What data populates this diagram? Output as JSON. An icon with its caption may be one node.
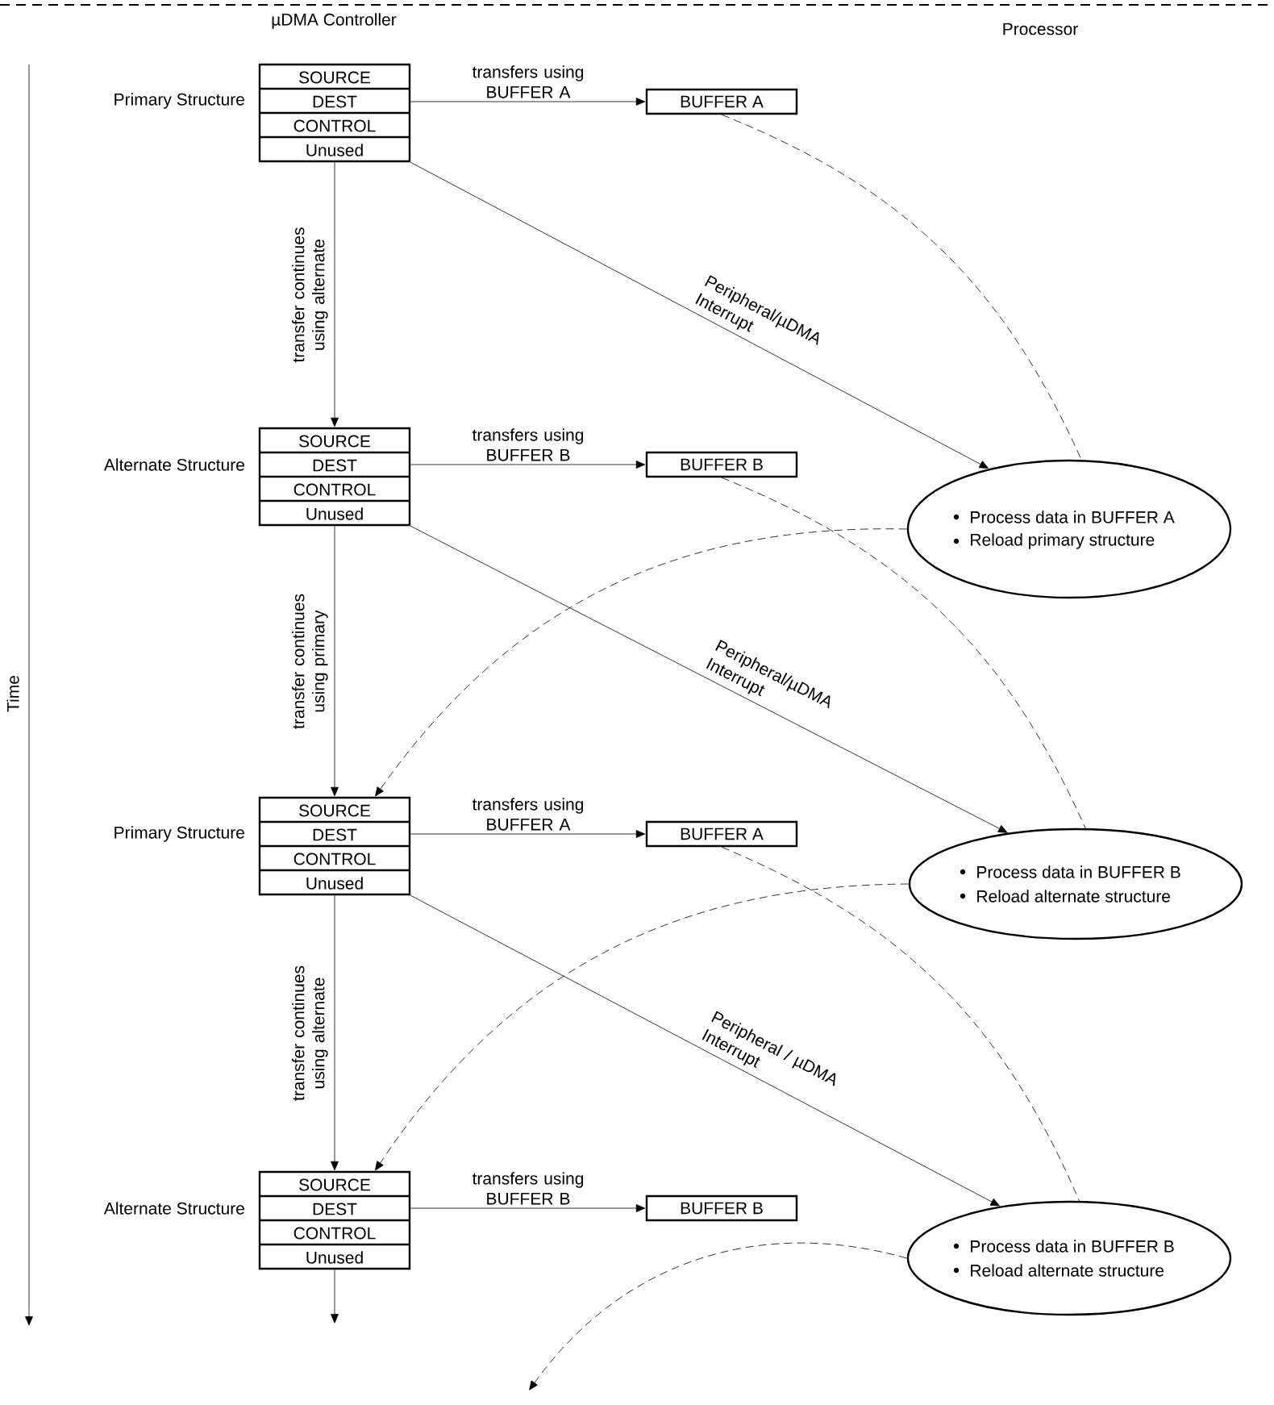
{
  "diagram": {
    "nodes": [
      {
        "text": [
          "SOURCE",
          "DEST",
          "CONTROL",
          "Unused"
        ],
        "beside": [
          "Primary Structure"
        ]
      },
      {
        "text": [
          "BUFFER A"
        ]
      },
      {
        "text": [
          "SOURCE",
          "DEST",
          "CONTROL",
          "Unused"
        ],
        "beside": [
          "Alternate Structure"
        ]
      },
      {
        "text": [
          "BUFFER B"
        ]
      },
      {
        "text": [
          "Process data in BUFFER A",
          "Reload primary structure"
        ]
      },
      {
        "text": [
          "SOURCE",
          "DEST",
          "CONTROL",
          "Unused"
        ],
        "beside": [
          "Primary Structure"
        ]
      },
      {
        "text": [
          "BUFFER A"
        ]
      },
      {
        "text": [
          "Process data in BUFFER B",
          "Reload alternate structure"
        ]
      },
      {
        "text": [
          "SOURCE",
          "DEST",
          "CONTROL",
          "Unused"
        ],
        "beside": [
          "Alternate Structure"
        ]
      },
      {
        "text": [
          "BUFFER B"
        ]
      },
      {
        "text": [
          "Process data in BUFFER B",
          "Reload alternate structure"
        ]
      }
    ],
    "edges": [
      {
        "from": 0,
        "to": 1,
        "arrow": "to",
        "label": "transfers using BUFFER A"
      },
      {
        "from": 0,
        "to": 2,
        "arrow": "to",
        "label": "transfer continues using alternate"
      },
      {
        "from": 0,
        "to": 4,
        "arrow": "to",
        "label": "Peripheral/µDMA Interrupt"
      },
      {
        "from": 1,
        "to": 4,
        "arrow": "none",
        "style": "dashed"
      },
      {
        "from": 2,
        "to": 3,
        "arrow": "to",
        "label": "transfers using BUFFER B"
      },
      {
        "from": 4,
        "to": 5,
        "arrow": "to",
        "style": "dashed"
      },
      {
        "from": 2,
        "to": 5,
        "arrow": "to",
        "label": "transfer continues using primary"
      },
      {
        "from": 2,
        "to": 7,
        "arrow": "to",
        "label": "Peripheral/µDMA Interrupt"
      },
      {
        "from": 3,
        "to": 7,
        "arrow": "none",
        "style": "dashed"
      },
      {
        "from": 5,
        "to": 6,
        "arrow": "to",
        "label": "transfers using BUFFER A"
      },
      {
        "from": 7,
        "to": 8,
        "arrow": "to",
        "style": "dashed"
      },
      {
        "from": 5,
        "to": 8,
        "arrow": "to",
        "label": "transfer continues using alternate"
      },
      {
        "from": 5,
        "to": 10,
        "arrow": "to",
        "label": "Peripheral / µDMA Interrupt"
      },
      {
        "from": 6,
        "to": 10,
        "arrow": "none",
        "style": "dashed"
      },
      {
        "from": 8,
        "to": 9,
        "arrow": "to",
        "label": "transfers using BUFFER B"
      },
      {
        "from": 8,
        "to": null,
        "arrow": "to"
      },
      {
        "from": 10,
        "to": null,
        "arrow": "to",
        "style": "dashed"
      }
    ],
    "labels": [
      "µDMA Controller",
      "Processor",
      "Time"
    ]
  }
}
